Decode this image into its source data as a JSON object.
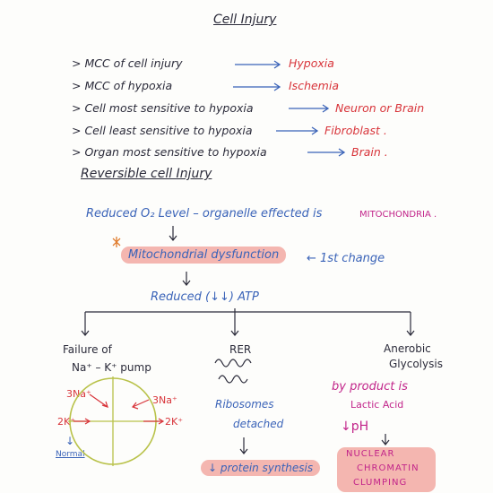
{
  "title": "Cell Injury",
  "facts": [
    {
      "prefix": "> ",
      "left": "MCC of cell injury",
      "right": "Hypoxia"
    },
    {
      "prefix": "> ",
      "left": "MCC of hypoxia",
      "right": "Ischemia"
    },
    {
      "prefix": "> ",
      "left": "Cell most sensitive to hypoxia",
      "right": "Neuron or Brain"
    },
    {
      "prefix": "> ",
      "left": "Cell least sensitive to hypoxia",
      "right": "Fibroblast ."
    },
    {
      "prefix": "> ",
      "left": "Organ most sensitive to hypoxia",
      "right": "Brain ."
    }
  ],
  "section_heading": "Reversible cell Injury",
  "flow": {
    "reduced_o2": "Reduced O₂ Level – organelle effected is",
    "organelle": "MITOCHONDRIA .",
    "mito_dysfunction": "Mitochondrial dysfunction",
    "first_change": "← 1st change",
    "reduced_atp": "Reduced (↓↓) ATP"
  },
  "branches": {
    "pump": {
      "title_line1": "Failure of",
      "title_line2": "Na⁺ – K⁺ pump",
      "na_left": "3Na⁺",
      "na_right": "3Na⁺",
      "k_left": "2K⁺",
      "k_right": "2K⁺",
      "k_down": "↓",
      "normal": "Normal"
    },
    "rer": {
      "title": "RER",
      "ribosomes_line1": "Ribosomes",
      "ribosomes_line2": "detached",
      "result": "↓ protein synthesis"
    },
    "glycolysis": {
      "title_line1": "Anerobic",
      "title_line2": "Glycolysis",
      "byproduct_line1": "by product is",
      "byproduct_line2": "Lactic Acid",
      "ph": "↓pH",
      "result_line1": "NUCLEAR",
      "result_line2": "CHROMATIN",
      "result_line3": "CLUMPING"
    }
  },
  "colors": {
    "ink": "#2b2b3a",
    "blue": "#3a63b8",
    "red": "#d8343a",
    "magenta": "#c2258a",
    "orange": "#e07a2a",
    "highlight": "#f4b6b0",
    "circle": "#b9c24a"
  }
}
